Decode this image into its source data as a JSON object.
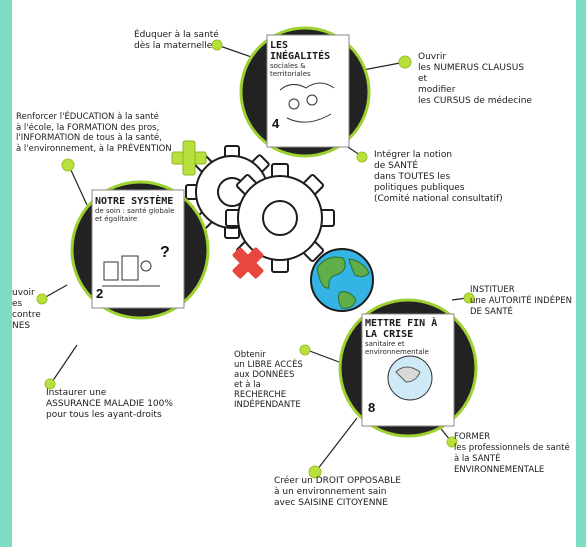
{
  "colors": {
    "background": "#7fdcc4",
    "circle_fill": "#222222",
    "circle_ring": "#9cd12f",
    "node_green": "#b7e03c",
    "plus_green": "#b7e03c",
    "cross_red": "#e8473f",
    "earth_ocean": "#33b4e5",
    "earth_land": "#5fae4a"
  },
  "cards": [
    {
      "title_line1": "Les inégalités",
      "title_line2": "sociales & territoriales",
      "subtitle": "",
      "number": "4"
    },
    {
      "title_line1": "Notre système",
      "title_line2": "de soin : santé globale",
      "title_line3": "et égalitaire",
      "mark": "?",
      "number": "2"
    },
    {
      "title_line1": "Mettre fin à la crise",
      "title_line2": "sanitaire et",
      "title_line3": "environnementale",
      "number": "8"
    }
  ],
  "annotations": {
    "eduquer": "Éduquer à la santé\ndès la maternelle",
    "ouvrir": "Ouvrir\nles NUMERUS CLAUSUS\net\nmodifier\nles CURSUS de médecine",
    "renforcer": "Renforcer l'ÉDUCATION à la santé\nà l'école, la FORMATION des pros,\nl'INFORMATION de tous à la santé,\nà l'environnement, à la PRÉVENTION",
    "integrer": "Intégrer la notion\nde SANTÉ\ndans TOUTES les\npolitiques publiques\n(Comité national consultatif)",
    "left_cut": "uvoir\nes contre\nNES",
    "instituer": "INSTITUER\nune AUTORITÉ INDÉPEN\nDE SANTÉ",
    "obtenir": "Obtenir\nun LIBRE ACCÈS\naux DONNÉES\net à la\nRECHERCHE\nINDÉPENDANTE",
    "instaurer": "Instaurer une\nASSURANCE MALADIE 100%\npour tous les ayant-droits",
    "former": "FORMER\nles professionnels de santé\nà la SANTÉ ENVIRONNEMENTALE",
    "creer": "Créer un DROIT OPPOSABLE\nà un environnement sain\navec SAISINE CITOYENNE"
  }
}
